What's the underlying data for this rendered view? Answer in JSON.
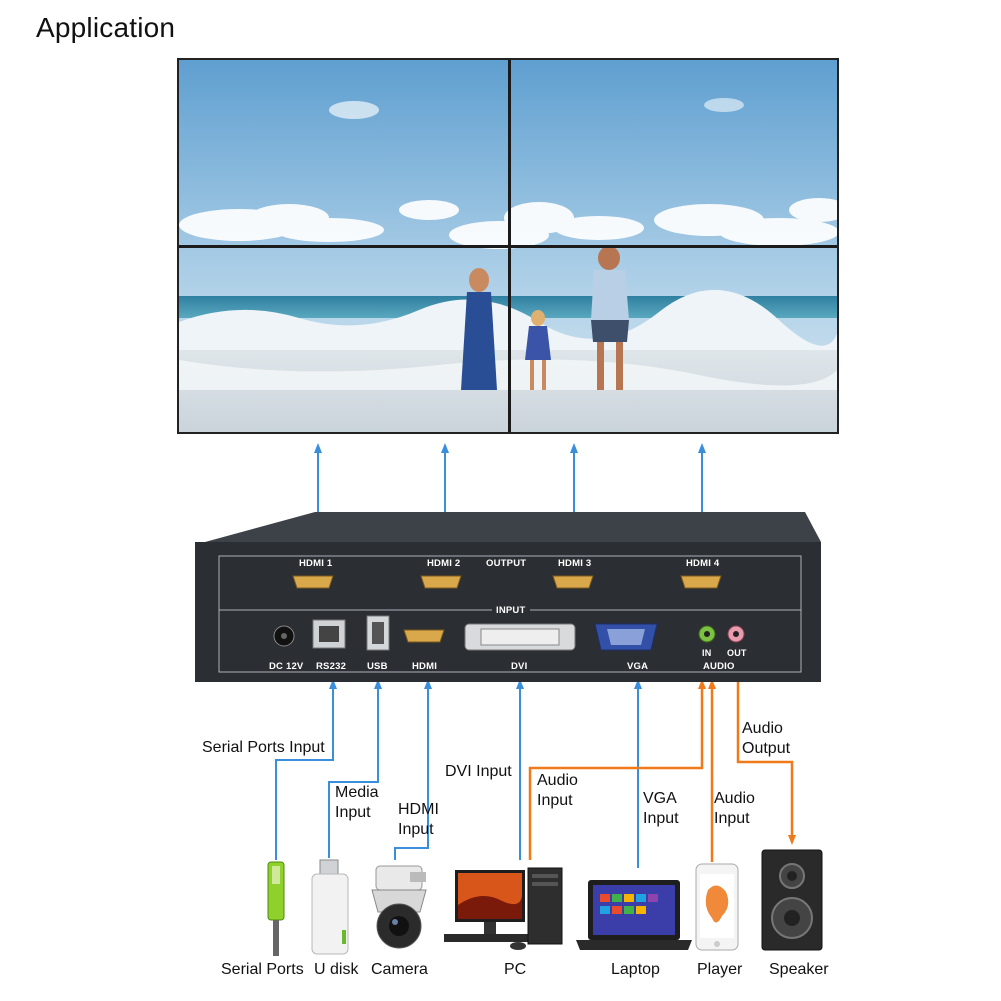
{
  "title": "Application",
  "colors": {
    "input_arrow": "#3a8fdc",
    "audio_arrow": "#f07a1a",
    "device_body": "#2b2e33"
  },
  "device": {
    "output_labels": [
      "HDMI 1",
      "HDMI 2",
      "OUTPUT",
      "HDMI 3",
      "HDMI 4"
    ],
    "input_title": "INPUT",
    "input_labels": [
      "DC 12V",
      "RS232",
      "USB",
      "HDMI",
      "DVI",
      "VGA",
      "AUDIO"
    ],
    "audio_in": "IN",
    "audio_out": "OUT"
  },
  "connections": [
    {
      "label_lines": [
        "Serial Ports Input"
      ],
      "kind": "input"
    },
    {
      "label_lines": [
        "Media",
        "Input"
      ],
      "kind": "input"
    },
    {
      "label_lines": [
        "HDMI",
        "Input"
      ],
      "kind": "input"
    },
    {
      "label_lines": [
        "DVI Input"
      ],
      "kind": "input"
    },
    {
      "label_lines": [
        "Audio",
        "Input"
      ],
      "kind": "audio"
    },
    {
      "label_lines": [
        "VGA",
        "Input"
      ],
      "kind": "input"
    },
    {
      "label_lines": [
        "Audio",
        "Input"
      ],
      "kind": "audio"
    },
    {
      "label_lines": [
        "Audio",
        "Output"
      ],
      "kind": "audio"
    }
  ],
  "devices": [
    "Serial Ports",
    "U disk",
    "Camera",
    "PC",
    "Laptop",
    "Player",
    "Speaker"
  ]
}
